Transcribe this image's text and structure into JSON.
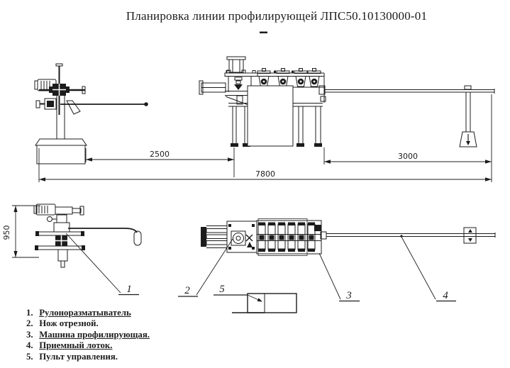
{
  "title": "Планировка линии профилирующей ЛПС50.10130000-01",
  "dimensions": {
    "uncoiler_to_machine": "2500",
    "machine_to_tray_end": "3000",
    "total_length": "7800",
    "line_height_plan": "950"
  },
  "callouts": {
    "c1": "1",
    "c2": "2",
    "c3": "3",
    "c4": "4",
    "c5": "5"
  },
  "legend": {
    "items": [
      {
        "num": "1.",
        "text": "Рулоноразматыватель"
      },
      {
        "num": "2.",
        "text": "Нож отрезной."
      },
      {
        "num": "3.",
        "text": "Машина профилирующая."
      },
      {
        "num": "4.",
        "text": "Приемный лоток."
      },
      {
        "num": "5.",
        "text": "Пульт управления."
      }
    ]
  },
  "colors": {
    "ink": "#1c1c1c",
    "background": "#ffffff"
  }
}
